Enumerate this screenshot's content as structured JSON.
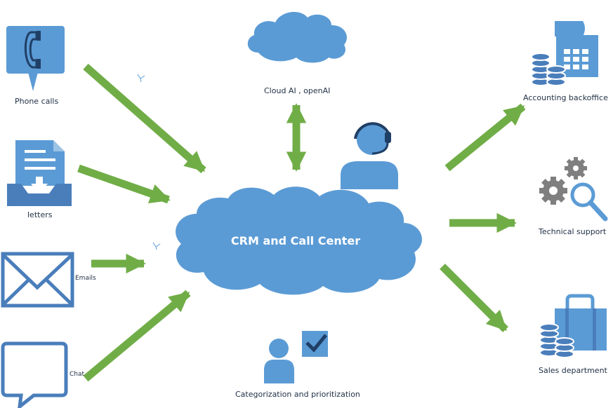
{
  "center": {
    "title": "CRM and Call Center"
  },
  "inputs": {
    "phone": "Phone calls",
    "letters": "letters",
    "emails": "Emails",
    "chat": "Chat"
  },
  "top": {
    "cloud_ai": "Cloud AI , openAI"
  },
  "bottom": {
    "categorization": "Categorization and prioritization"
  },
  "outputs": {
    "accounting": "Accounting backoffice",
    "support": "Technical support",
    "sales": "Sales department"
  },
  "colors": {
    "icon_blue": "#5b9bd5",
    "icon_dark": "#4a7ebb",
    "arrow_green": "#70ad47"
  }
}
